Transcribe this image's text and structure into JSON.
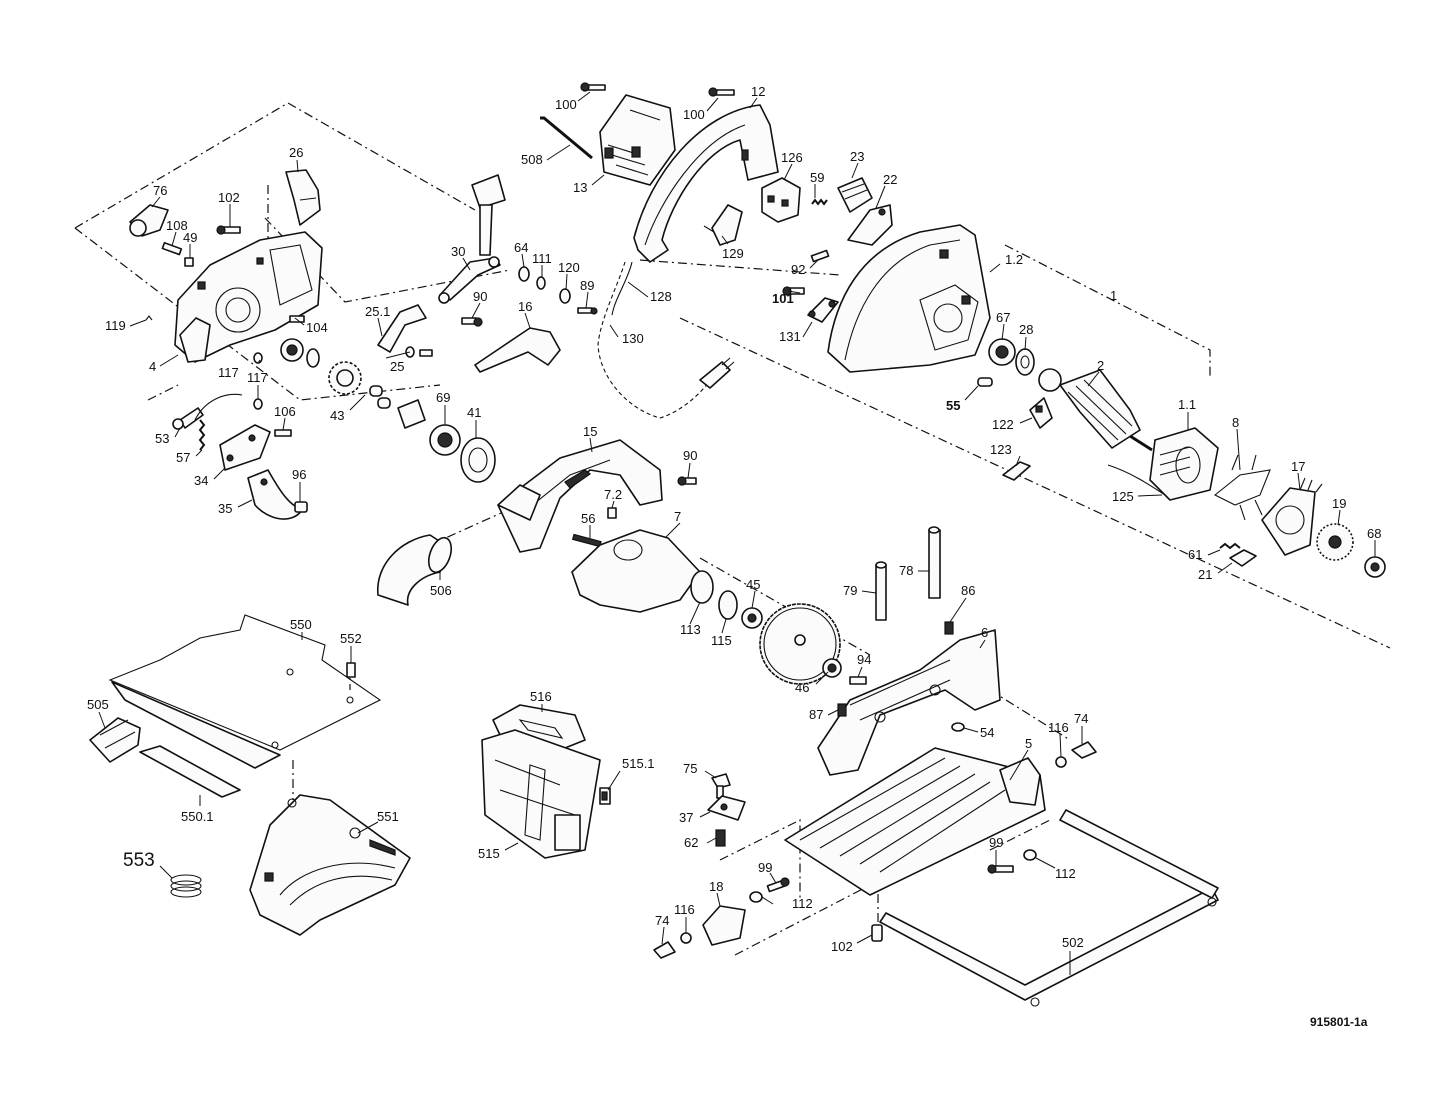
{
  "figure_id": "915801-1a",
  "labels": [
    {
      "id": "100a",
      "text": "100"
    },
    {
      "id": "100b",
      "text": "100"
    },
    {
      "id": "12",
      "text": "12"
    },
    {
      "id": "508",
      "text": "508"
    },
    {
      "id": "13",
      "text": "13"
    },
    {
      "id": "126",
      "text": "126"
    },
    {
      "id": "23",
      "text": "23"
    },
    {
      "id": "59",
      "text": "59"
    },
    {
      "id": "22",
      "text": "22"
    },
    {
      "id": "129",
      "text": "129"
    },
    {
      "id": "92",
      "text": "92"
    },
    {
      "id": "1.2",
      "text": "1.2"
    },
    {
      "id": "1",
      "text": "1"
    },
    {
      "id": "101",
      "text": "101"
    },
    {
      "id": "131",
      "text": "131"
    },
    {
      "id": "67",
      "text": "67"
    },
    {
      "id": "28",
      "text": "28"
    },
    {
      "id": "2",
      "text": "2"
    },
    {
      "id": "55",
      "text": "55"
    },
    {
      "id": "122",
      "text": "122"
    },
    {
      "id": "1.1",
      "text": "1.1"
    },
    {
      "id": "8",
      "text": "8"
    },
    {
      "id": "123",
      "text": "123"
    },
    {
      "id": "125",
      "text": "125"
    },
    {
      "id": "17",
      "text": "17"
    },
    {
      "id": "19",
      "text": "19"
    },
    {
      "id": "68",
      "text": "68"
    },
    {
      "id": "61",
      "text": "61"
    },
    {
      "id": "21",
      "text": "21"
    },
    {
      "id": "26",
      "text": "26"
    },
    {
      "id": "76",
      "text": "76"
    },
    {
      "id": "102a",
      "text": "102"
    },
    {
      "id": "108",
      "text": "108"
    },
    {
      "id": "49",
      "text": "49"
    },
    {
      "id": "30",
      "text": "30"
    },
    {
      "id": "64",
      "text": "64"
    },
    {
      "id": "111",
      "text": "111"
    },
    {
      "id": "120",
      "text": "120"
    },
    {
      "id": "89",
      "text": "89"
    },
    {
      "id": "128",
      "text": "128"
    },
    {
      "id": "130",
      "text": "130"
    },
    {
      "id": "90a",
      "text": "90"
    },
    {
      "id": "16",
      "text": "16"
    },
    {
      "id": "25.1",
      "text": "25.1"
    },
    {
      "id": "104",
      "text": "104"
    },
    {
      "id": "119",
      "text": "119"
    },
    {
      "id": "25",
      "text": "25"
    },
    {
      "id": "4",
      "text": "4"
    },
    {
      "id": "117a",
      "text": "117"
    },
    {
      "id": "117b",
      "text": "117"
    },
    {
      "id": "43",
      "text": "43"
    },
    {
      "id": "69",
      "text": "69"
    },
    {
      "id": "41",
      "text": "41"
    },
    {
      "id": "53",
      "text": "53"
    },
    {
      "id": "106",
      "text": "106"
    },
    {
      "id": "57",
      "text": "57"
    },
    {
      "id": "34",
      "text": "34"
    },
    {
      "id": "96",
      "text": "96"
    },
    {
      "id": "35",
      "text": "35"
    },
    {
      "id": "15",
      "text": "15"
    },
    {
      "id": "90b",
      "text": "90"
    },
    {
      "id": "7.2",
      "text": "7.2"
    },
    {
      "id": "56",
      "text": "56"
    },
    {
      "id": "7",
      "text": "7"
    },
    {
      "id": "506",
      "text": "506"
    },
    {
      "id": "113",
      "text": "113"
    },
    {
      "id": "115",
      "text": "115"
    },
    {
      "id": "45",
      "text": "45"
    },
    {
      "id": "79",
      "text": "79"
    },
    {
      "id": "78",
      "text": "78"
    },
    {
      "id": "86",
      "text": "86"
    },
    {
      "id": "6",
      "text": "6"
    },
    {
      "id": "94",
      "text": "94"
    },
    {
      "id": "46",
      "text": "46"
    },
    {
      "id": "87",
      "text": "87"
    },
    {
      "id": "54",
      "text": "54"
    },
    {
      "id": "550",
      "text": "550"
    },
    {
      "id": "552",
      "text": "552"
    },
    {
      "id": "505",
      "text": "505"
    },
    {
      "id": "550.1",
      "text": "550.1"
    },
    {
      "id": "551",
      "text": "551"
    },
    {
      "id": "553",
      "text": "553"
    },
    {
      "id": "516",
      "text": "516"
    },
    {
      "id": "515.1",
      "text": "515.1"
    },
    {
      "id": "515",
      "text": "515"
    },
    {
      "id": "116a",
      "text": "116"
    },
    {
      "id": "74a",
      "text": "74"
    },
    {
      "id": "5",
      "text": "5"
    },
    {
      "id": "75",
      "text": "75"
    },
    {
      "id": "37",
      "text": "37"
    },
    {
      "id": "62",
      "text": "62"
    },
    {
      "id": "99a",
      "text": "99"
    },
    {
      "id": "112a",
      "text": "112"
    },
    {
      "id": "99b",
      "text": "99"
    },
    {
      "id": "18",
      "text": "18"
    },
    {
      "id": "112b",
      "text": "112"
    },
    {
      "id": "74b",
      "text": "74"
    },
    {
      "id": "116b",
      "text": "116"
    },
    {
      "id": "102b",
      "text": "102"
    },
    {
      "id": "502",
      "text": "502"
    }
  ]
}
